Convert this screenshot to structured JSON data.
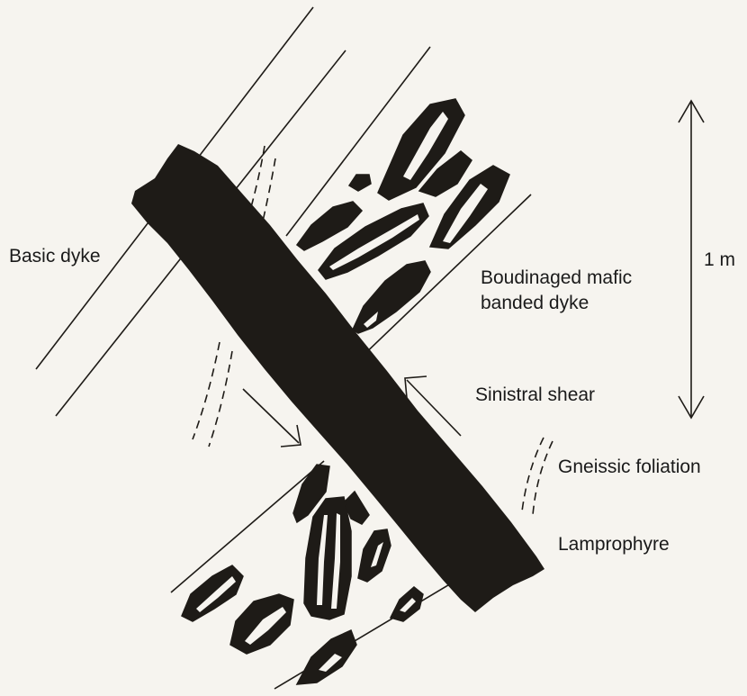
{
  "labels": {
    "basic_dyke": "Basic dyke",
    "boudinaged_line1": "Boudinaged mafic",
    "boudinaged_line2": "banded dyke",
    "scale": "1 m",
    "sinistral_shear": "Sinistral shear",
    "gneissic_foliation": "Gneissic foliation",
    "lamprophyre": "Lamprophyre"
  },
  "colors": {
    "ink": "#1e1b17",
    "paper": "#f6f4ef"
  }
}
